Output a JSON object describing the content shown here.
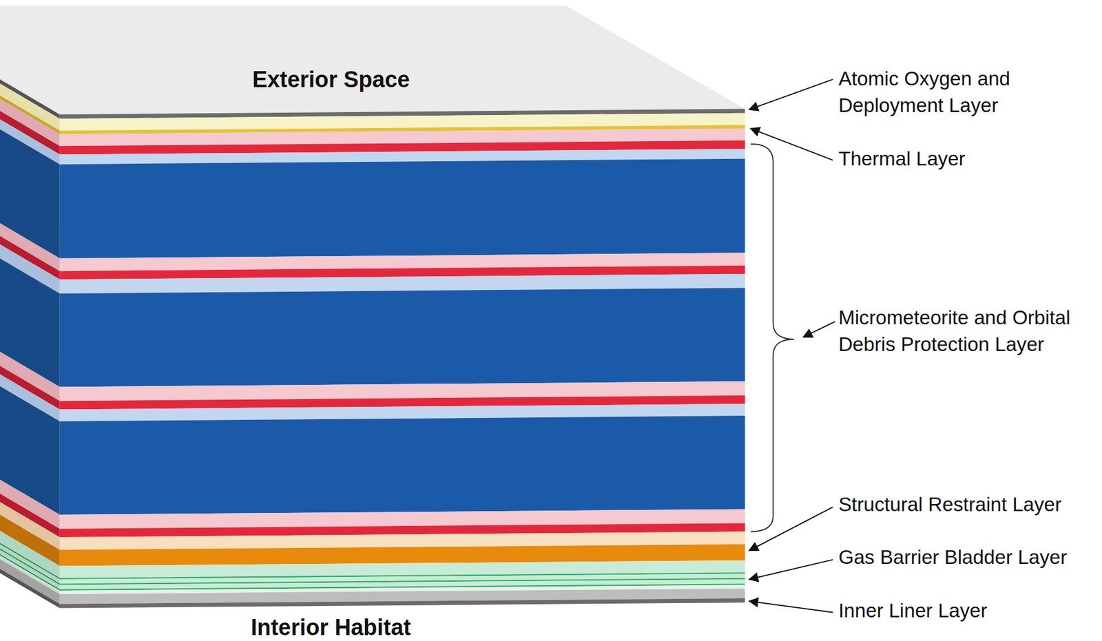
{
  "diagram": {
    "labels": [
      "Exterior Space",
      "Atomic Oxygen and Deployment Layer",
      "Thermal Layer",
      "Micrometeorite and Orbital Debris Protection Layer",
      "Structural Restraint Layer",
      "Gas Barrier Bladder Layer",
      "Inner Liner Layer",
      "Interior Habitat"
    ]
  }
}
